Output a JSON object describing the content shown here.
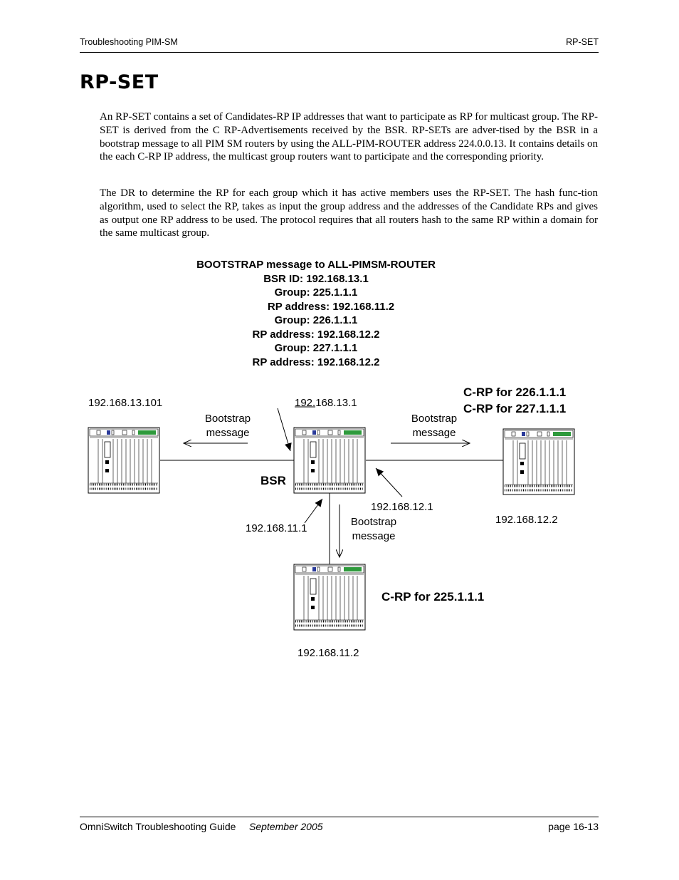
{
  "header": {
    "left": "Troubleshooting PIM-SM",
    "right": "RP-SET"
  },
  "title": "RP-SET",
  "paragraphs": [
    "An RP-SET contains a set of Candidates-RP IP addresses that want to participate as RP for multicast group. The RP-SET is derived from the C RP-Advertisements received by the BSR. RP-SETs are adver-tised by the BSR in a bootstrap message to all PIM SM routers by using the ALL-PIM-ROUTER address 224.0.0.13. It contains details on the each C-RP IP address, the multicast group routers want to participate and the corresponding priority.",
    "The DR to determine the RP for each group which it has active members uses the RP-SET. The hash func-tion algorithm, used to select the RP, takes as input the group address and the addresses of the Candidate RPs and gives as output one RP address to be used. The protocol requires that all routers hash to the same RP within a domain for the same multicast group."
  ],
  "diagram": {
    "bootstrap_box": [
      "BOOTSTRAP message to ALL-PIMSM-ROUTER",
      "BSR ID: 192.168.13.1",
      "Group: 225.1.1.1",
      "RP address: 192.168.11.2",
      "Group: 226.1.1.1",
      "RP address: 192.168.12.2",
      "Group: 227.1.1.1",
      "RP address: 192.168.12.2"
    ],
    "left_router_ip": "192.168.13.101",
    "center_router_ip": "192.168.13.1",
    "bootstrap_left": [
      "Bootstrap",
      "message"
    ],
    "bootstrap_right": [
      "Bootstrap",
      "message"
    ],
    "bootstrap_down": [
      "Bootstrap",
      "message"
    ],
    "crp_right": [
      "C-RP for 226.1.1.1",
      "C-RP for 227.1.1.1"
    ],
    "bsr_label": "BSR",
    "ip_12_1": "192.168.12.1",
    "ip_11_1": "192.168.11.1",
    "right_router_ip": "192.168.12.2",
    "crp_bottom": "C-RP for 225.1.1.1",
    "bottom_router_ip": "192.168.11.2"
  },
  "footer": {
    "guide": "OmniSwitch Troubleshooting Guide",
    "date": "September 2005",
    "page": "page 16-13"
  }
}
